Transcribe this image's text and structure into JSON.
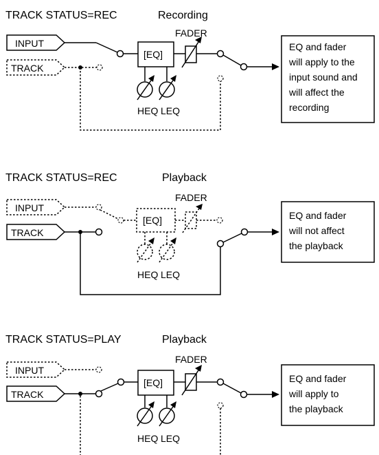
{
  "sections": [
    {
      "title": "TRACK STATUS=REC",
      "mode": "Recording",
      "input_label": "INPUT",
      "track_label": "TRACK",
      "eq_label": "[EQ]",
      "fader_label": "FADER",
      "heq_label": "HEQ",
      "leq_label": "LEQ",
      "result_lines": [
        "EQ and fader",
        "will apply to the",
        "input sound and",
        "will affect the",
        "recording"
      ]
    },
    {
      "title": "TRACK STATUS=REC",
      "mode": "Playback",
      "input_label": "INPUT",
      "track_label": "TRACK",
      "eq_label": "[EQ]",
      "fader_label": "FADER",
      "heq_label": "HEQ",
      "leq_label": "LEQ",
      "result_lines": [
        "EQ and fader",
        "will not affect",
        "the playback"
      ]
    },
    {
      "title": "TRACK STATUS=PLAY",
      "mode": "Playback",
      "input_label": "INPUT",
      "track_label": "TRACK",
      "eq_label": "[EQ]",
      "fader_label": "FADER",
      "heq_label": "HEQ",
      "leq_label": "LEQ",
      "result_lines": [
        "EQ and fader",
        "will apply to",
        "the playback"
      ]
    }
  ]
}
